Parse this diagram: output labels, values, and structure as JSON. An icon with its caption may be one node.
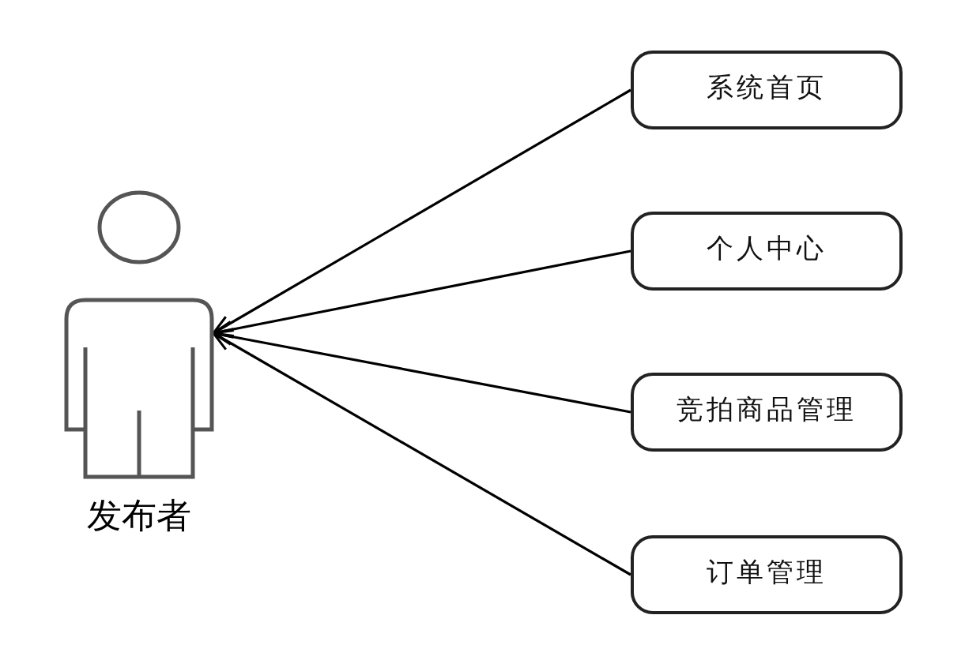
{
  "diagram": {
    "nodes": [
      {
        "text": [
          "发布者"
        ]
      },
      {
        "text": [
          "系统首页"
        ]
      },
      {
        "text": [
          "个人中心"
        ]
      },
      {
        "text": [
          "竞拍商品管理"
        ]
      },
      {
        "text": [
          "订单管理"
        ]
      }
    ],
    "edges": [
      {
        "from": 1,
        "to": 0,
        "arrow": "to"
      },
      {
        "from": 2,
        "to": 0,
        "arrow": "to"
      },
      {
        "from": 3,
        "to": 0,
        "arrow": "to"
      },
      {
        "from": 4,
        "to": 0,
        "arrow": "to"
      }
    ]
  }
}
